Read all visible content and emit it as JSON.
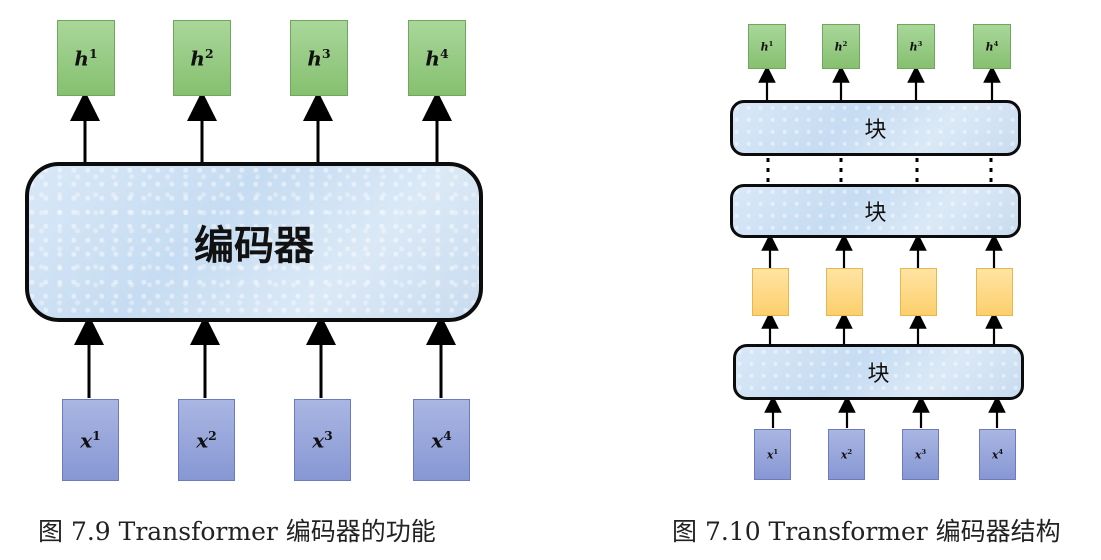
{
  "left_diagram": {
    "outputs": [
      "h1",
      "h2",
      "h3",
      "h4"
    ],
    "output_labels": [
      {
        "base": "h",
        "sup": "1"
      },
      {
        "base": "h",
        "sup": "2"
      },
      {
        "base": "h",
        "sup": "3"
      },
      {
        "base": "h",
        "sup": "4"
      }
    ],
    "encoder_label": "编码器",
    "input_labels": [
      {
        "base": "x",
        "sup": "1"
      },
      {
        "base": "x",
        "sup": "2"
      },
      {
        "base": "x",
        "sup": "3"
      },
      {
        "base": "x",
        "sup": "4"
      }
    ],
    "caption": "图 7.9 Transformer 编码器的功能"
  },
  "right_diagram": {
    "output_labels": [
      {
        "base": "h",
        "sup": "1"
      },
      {
        "base": "h",
        "sup": "2"
      },
      {
        "base": "h",
        "sup": "3"
      },
      {
        "base": "h",
        "sup": "4"
      }
    ],
    "block_labels": [
      "块",
      "块",
      "块"
    ],
    "input_labels": [
      {
        "base": "x",
        "sup": "1"
      },
      {
        "base": "x",
        "sup": "2"
      },
      {
        "base": "x",
        "sup": "3"
      },
      {
        "base": "x",
        "sup": "4"
      }
    ],
    "caption": "图 7.10 Transformer 编码器结构"
  },
  "colors": {
    "output_box": "#95c984",
    "input_box": "#95a4da",
    "intermediate_box": "#fdd883",
    "block_fill": "#d3e4f5",
    "outline": "#0c0c0c"
  }
}
